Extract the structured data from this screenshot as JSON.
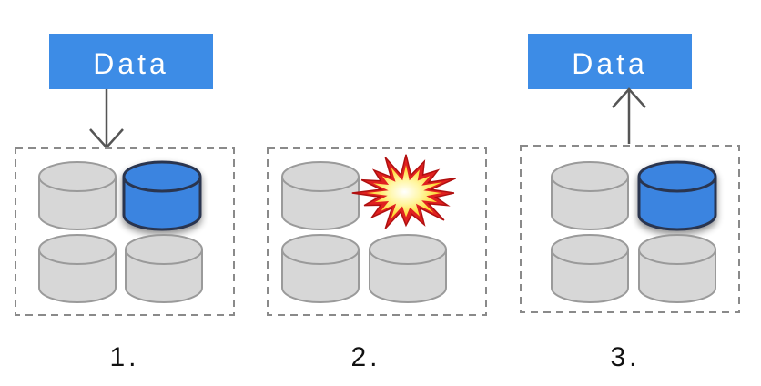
{
  "diagram": {
    "data_box_1": "Data",
    "data_box_3": "Data",
    "step_labels": [
      "1.",
      "2.",
      "3."
    ]
  },
  "colors": {
    "data_box": "#3d8ce6",
    "data_box_text": "#ffffff",
    "disk_grey_fill": "#d7d7d7",
    "disk_grey_stroke": "#9a9a9a",
    "disk_blue_fill": "#3a84e0",
    "disk_blue_stroke": "#2b3550",
    "dashed_border": "#8a8a8a",
    "arrow": "#555555",
    "explosion_outer": "#e02020",
    "explosion_inner": "#ffe94a"
  },
  "icons": {
    "failed_disk": "explosion-icon"
  }
}
